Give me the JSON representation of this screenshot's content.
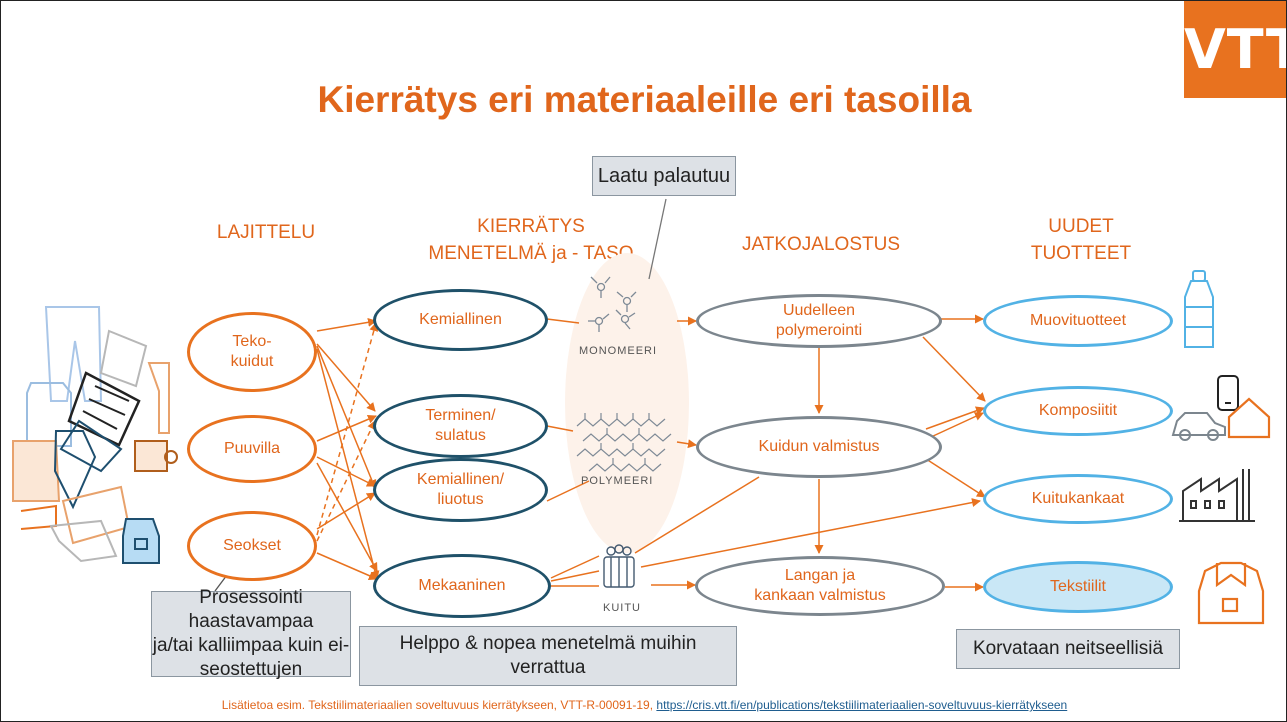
{
  "logo": {
    "text": "VTT",
    "color": "#e8721f"
  },
  "title": "Kierrätys eri materiaaleille eri tasoilla",
  "columns": {
    "sorting": "LAJITTELU",
    "method_line1": "KIERRÄTYS",
    "method_line2": "MENETELMÄ ja - TASO",
    "processing": "JATKOJALOSTUS",
    "products_line1": "UUDET",
    "products_line2": "TUOTTEET"
  },
  "sorting_nodes": {
    "synthetic": "Teko-\nkuidut",
    "cotton": "Puuvilla",
    "blends": "Seokset"
  },
  "method_nodes": {
    "chemical": "Kemiallinen",
    "thermal": "Terminen/\nsulatus",
    "chemical_dissolution": "Kemiallinen/\nliuotus",
    "mechanical": "Mekaaninen"
  },
  "intermediates": {
    "monomer": "MONOMEERI",
    "polymer": "POLYMEERI",
    "fiber": "KUITU"
  },
  "processing_nodes": {
    "repolymerization": "Uudelleen\npolymerointi",
    "fiber_production": "Kuidun valmistus",
    "yarn_fabric": "Langan ja\nkankaan valmistus"
  },
  "product_nodes": {
    "plastics": "Muovituotteet",
    "composites": "Komposiitit",
    "nonwovens": "Kuitukankaat",
    "textiles": "Tekstiilit"
  },
  "callouts": {
    "quality": "Laatu palautuu",
    "blends_note": "Prosessointi haastavampaa\nja/tai kalliimpaa kuin ei-\nseostettujen",
    "mechanical_note": "Helppo & nopea menetelmä muihin\nverrattua",
    "virgin_note": "Korvataan neitseellisiä"
  },
  "footer": {
    "text": "Lisätietoa esim. Tekstiilimateriaalien soveltuvuus kierrätykseen, VTT-R-00091-19, ",
    "link": "https://cris.vtt.fi/en/publications/tekstiilimateriaalien-soveltuvuus-kierrätykseen"
  },
  "icons": [
    "clothes-pile-icon",
    "molecule-icon",
    "polymer-chain-icon",
    "fiber-spool-icon",
    "bottle-icon",
    "phone-icon",
    "car-icon",
    "house-icon",
    "factory-icon",
    "textile-garment-icon"
  ],
  "colors": {
    "accent": "#e8721f",
    "title": "#e0661c",
    "navy": "#1f5169",
    "gray": "#7c868e",
    "sky": "#52b2e5",
    "callout": "#dde1e6"
  }
}
